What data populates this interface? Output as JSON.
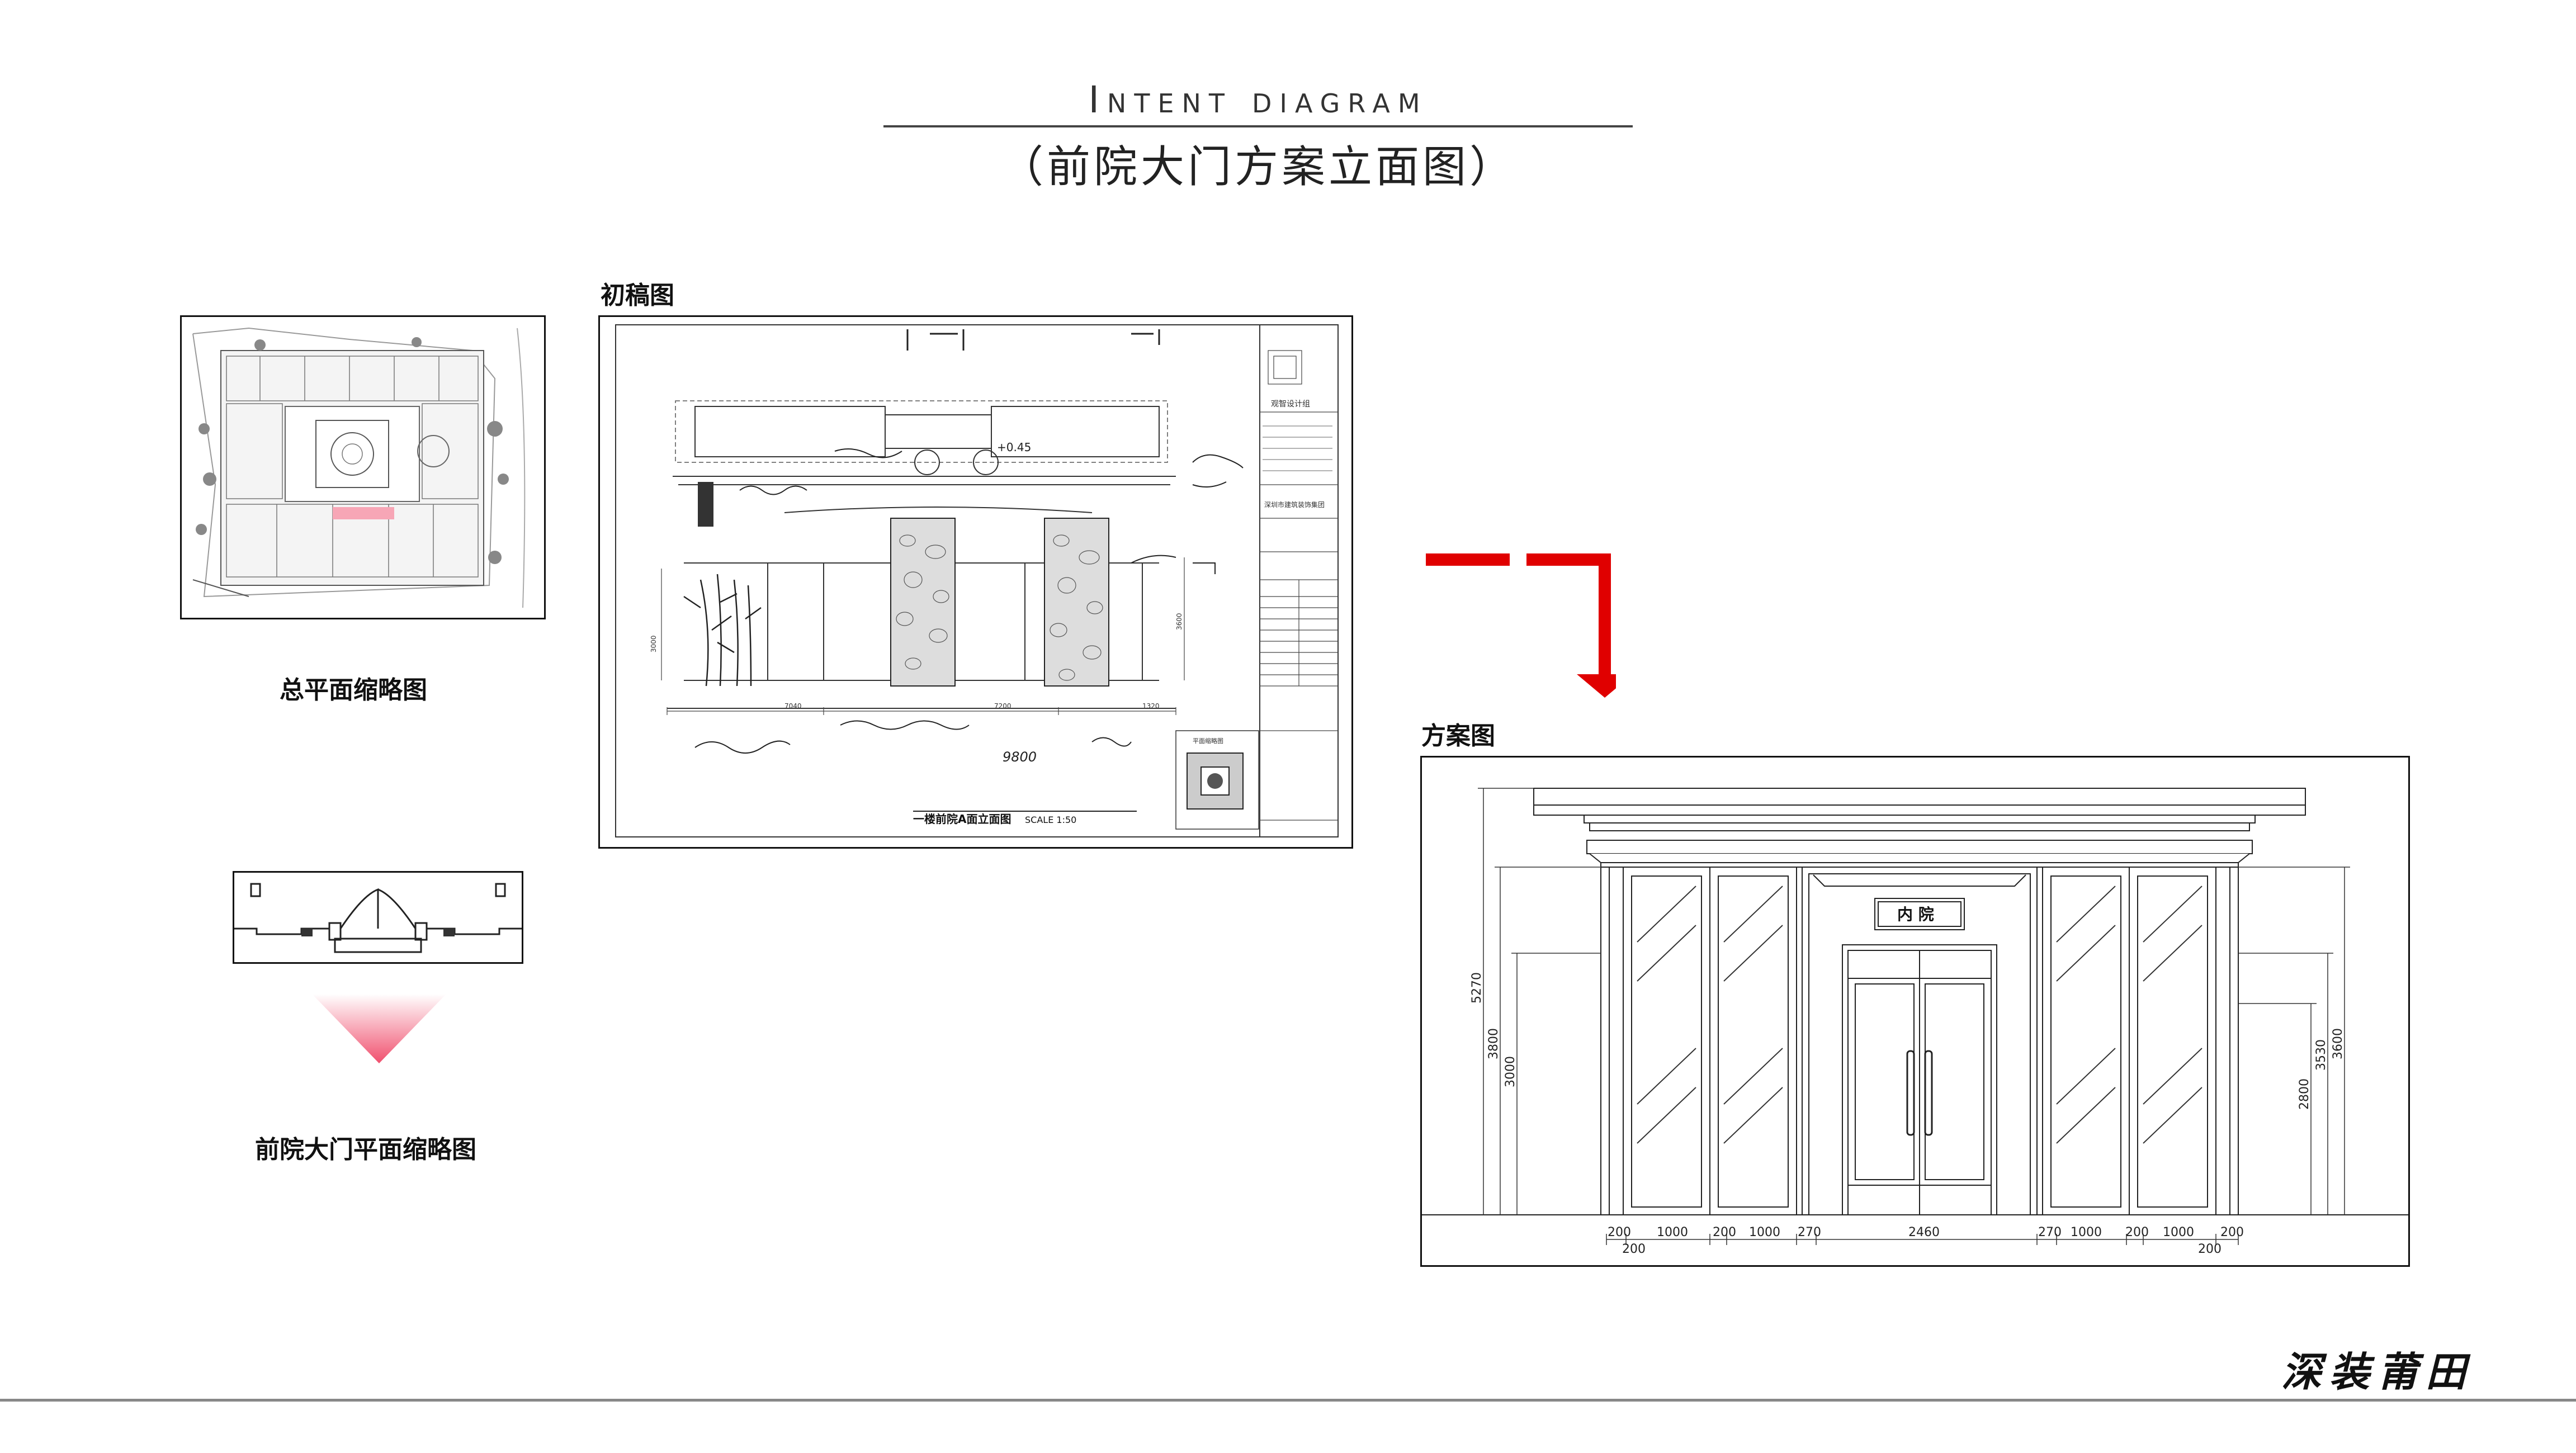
{
  "header": {
    "title": "Intent diagram",
    "subtitle": "（前院大门方案立面图）"
  },
  "site_plan": {
    "caption": "总平面缩略图"
  },
  "gate_plan": {
    "caption": "前院大门平面缩略图"
  },
  "draft": {
    "caption": "初稿图",
    "elev_mark": "+0.45",
    "drawing_title": "一楼前院A面立面图",
    "scale": "SCALE 1:50",
    "company_label": "观智设计组",
    "client_label": "深圳市建筑装饰集团",
    "dims_bottom": [
      "7040",
      "7200",
      "1320"
    ],
    "dim_height_left": "3000",
    "dim_height_right": "3600",
    "hand_total": "9800",
    "inset_label": "平面缩略图"
  },
  "scheme": {
    "caption": "方案图",
    "sign_text": "内 院",
    "dims_left": [
      "5270",
      "3800",
      "3000"
    ],
    "dims_right": [
      "2800",
      "3530",
      "3600"
    ],
    "dims_bottom_top": [
      "200",
      "1000",
      "200",
      "1000",
      "270",
      "2460",
      "270",
      "1000",
      "200",
      "1000",
      "200"
    ],
    "dims_bottom_low": [
      "200",
      "200"
    ]
  },
  "colors": {
    "arrow_red": "#e00000",
    "highlight_pink": "#f7a6b6",
    "gradient_pink": "#f0506e"
  },
  "brand": {
    "text": "深装莆田"
  }
}
